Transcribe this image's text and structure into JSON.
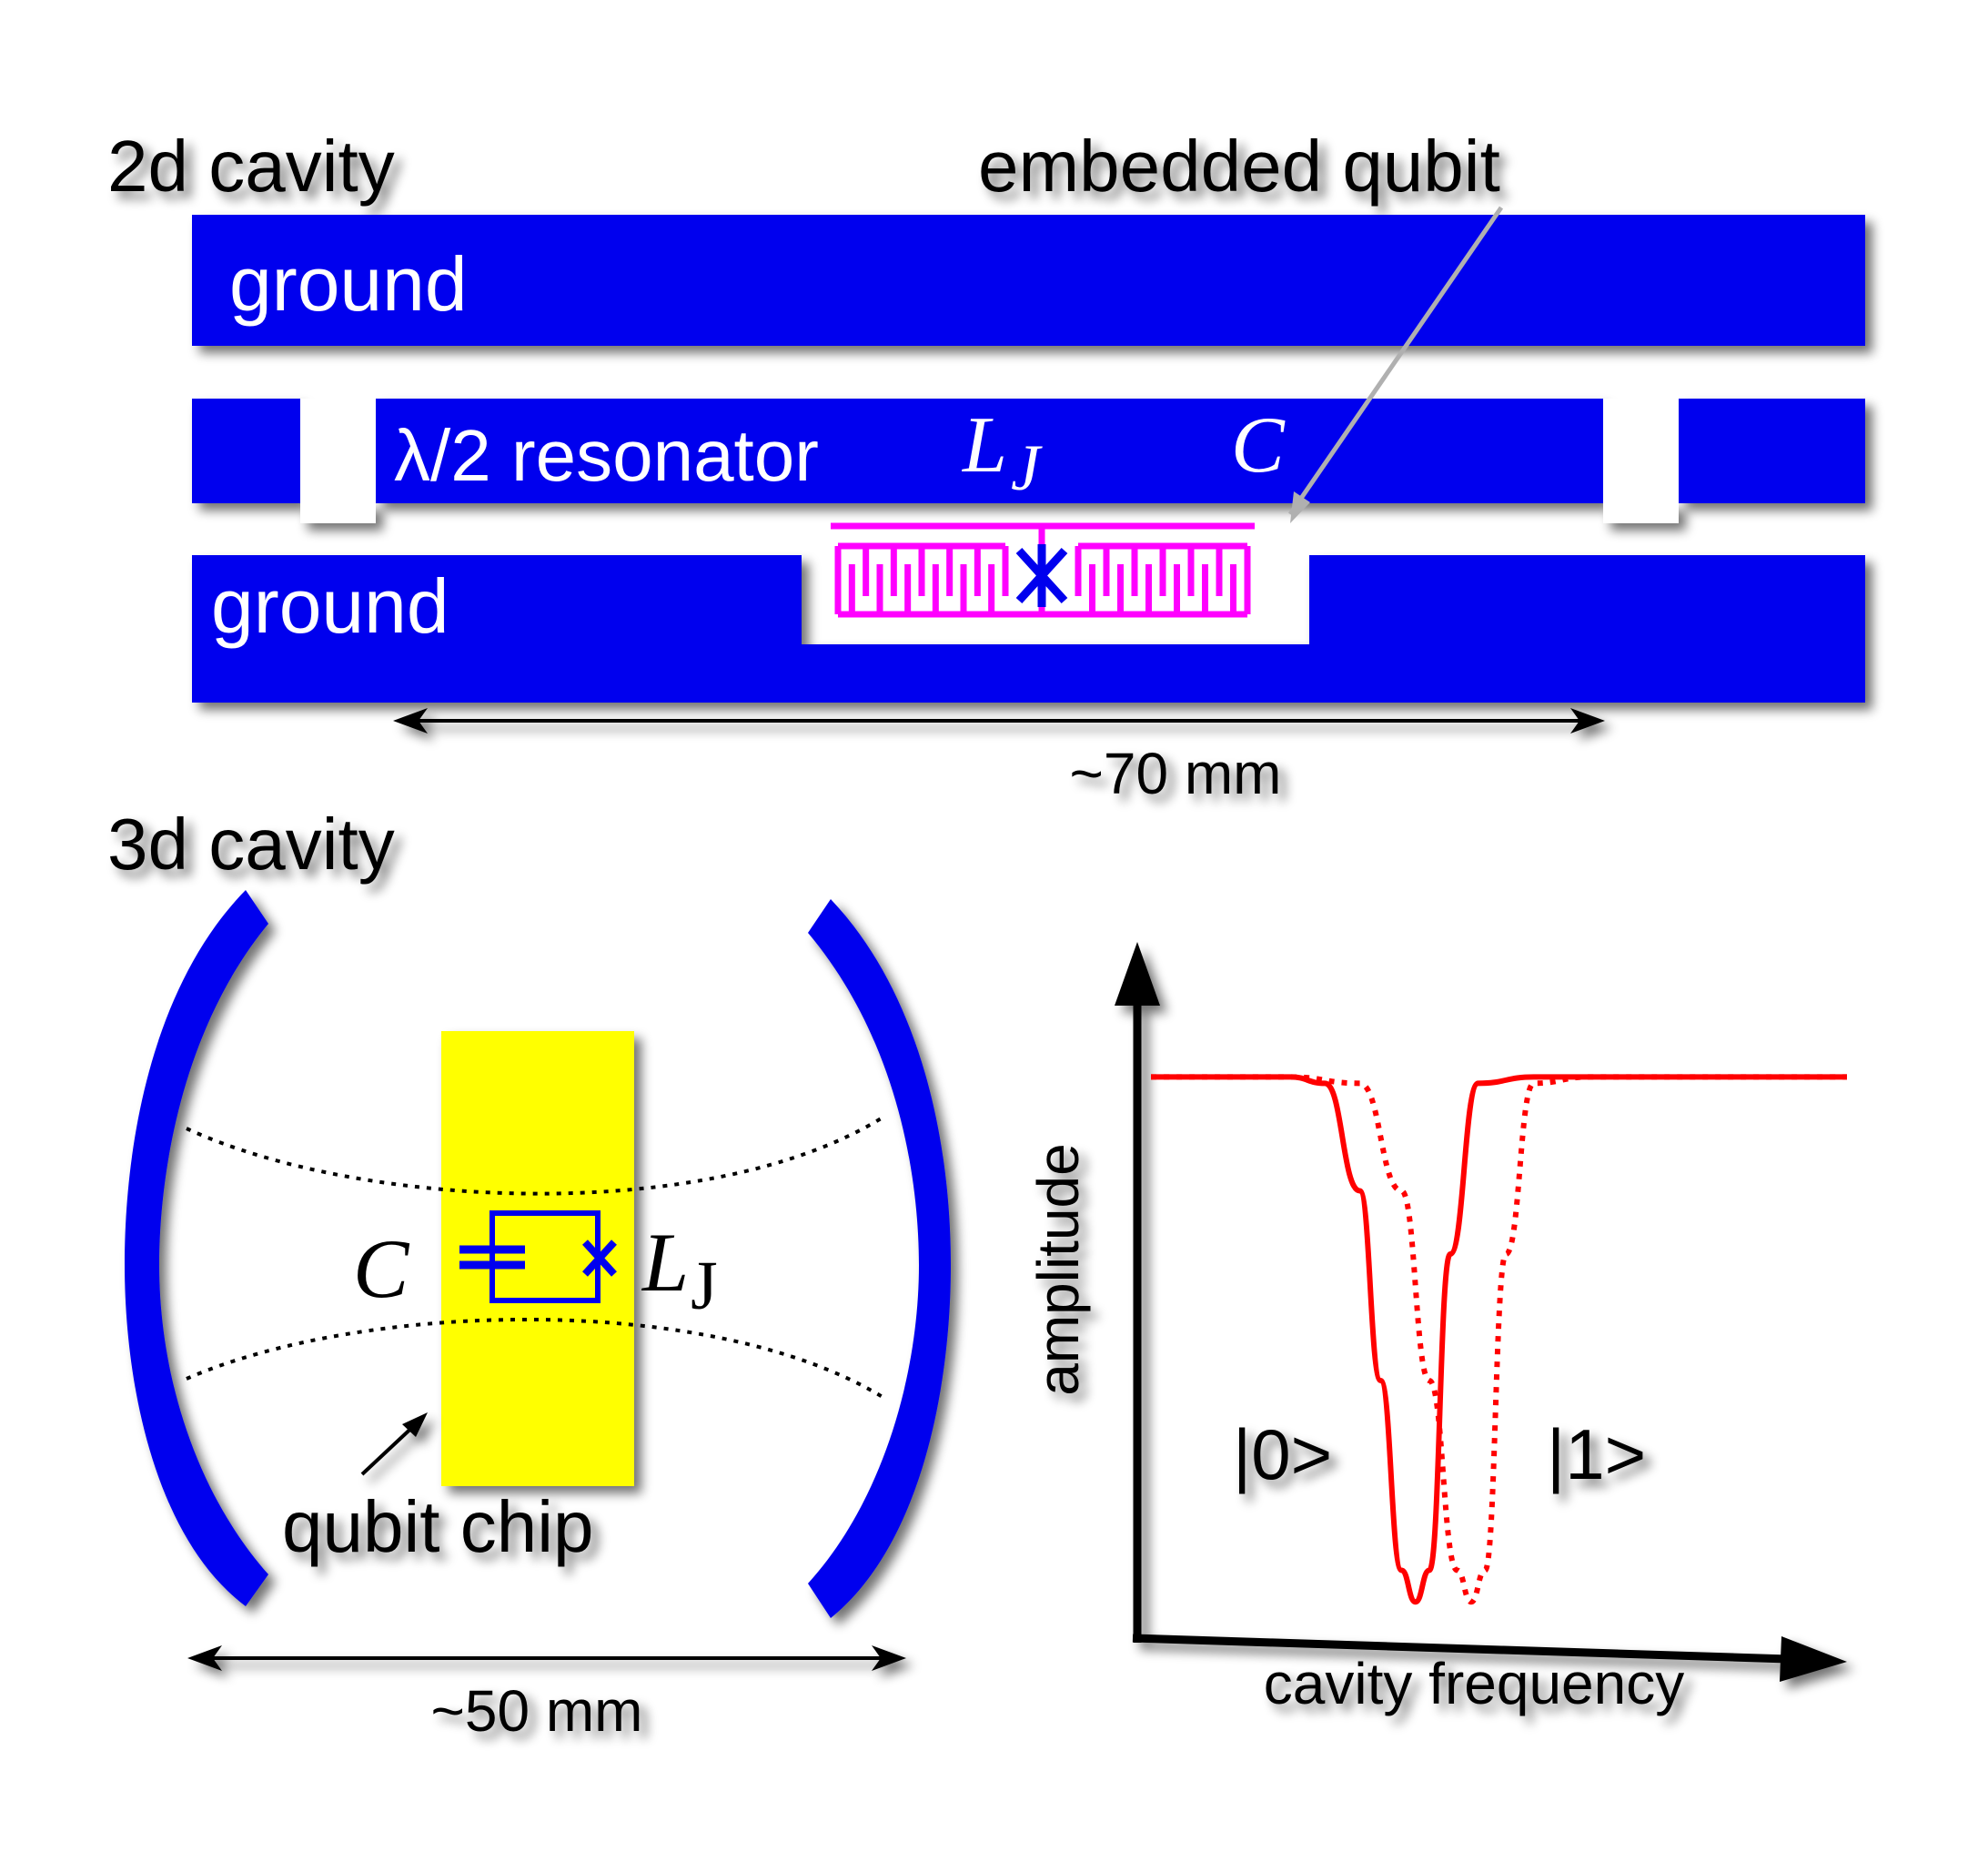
{
  "top_section": {
    "title": "2d cavity",
    "embedded_label": "embedded qubit",
    "ground_top_label": "ground",
    "ground_bottom_label": "ground",
    "resonator_label": "λ/2 resonator",
    "lj_label_main": "L",
    "lj_label_sub": "J",
    "c_label": "C",
    "dimension_label": "~70 mm"
  },
  "bottom_left_section": {
    "title": "3d cavity",
    "c_label": "C",
    "lj_label_main": "L",
    "lj_label_sub": "J",
    "chip_label": "qubit chip",
    "dimension_label": "~50 mm"
  },
  "plot": {
    "ylabel": "amplitude",
    "xlabel": "cavity frequency",
    "state0_label": "|0>",
    "state1_label": "|1>"
  },
  "colors": {
    "conductor": "#0000ee",
    "qubit": "#ff00ff",
    "chip": "#ffff00",
    "curve": "#ff0000",
    "arrow_gray": "#b0b0b0",
    "text": "#000000"
  },
  "chart_data": {
    "type": "line",
    "xlabel": "cavity frequency",
    "ylabel": "amplitude",
    "series": [
      {
        "name": "|0>",
        "style": "solid",
        "x": [
          0.0,
          0.2,
          0.25,
          0.3,
          0.33,
          0.36,
          0.38,
          0.4,
          0.43,
          0.47,
          0.55,
          1.0
        ],
        "y": [
          0.88,
          0.88,
          0.87,
          0.7,
          0.4,
          0.1,
          0.05,
          0.1,
          0.6,
          0.87,
          0.88,
          0.88
        ]
      },
      {
        "name": "|1>",
        "style": "dotted",
        "x": [
          0.0,
          0.2,
          0.3,
          0.36,
          0.4,
          0.44,
          0.46,
          0.48,
          0.51,
          0.55,
          0.63,
          1.0
        ],
        "y": [
          0.88,
          0.88,
          0.87,
          0.7,
          0.4,
          0.1,
          0.05,
          0.1,
          0.6,
          0.87,
          0.88,
          0.88
        ]
      }
    ]
  }
}
